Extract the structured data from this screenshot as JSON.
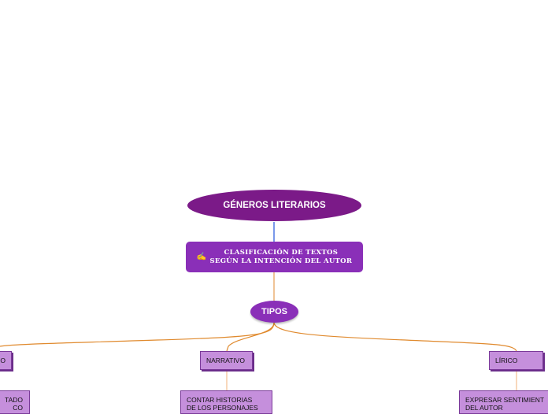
{
  "map": {
    "title": "GÉNEROS LITERARIOS",
    "classification": {
      "icon": "writing-hand-icon",
      "line1": "CLASIFICACIÓN DE TEXTOS",
      "line2": "SEGÚN LA INTENCIÓN DEL AUTOR"
    },
    "types_label": "TIPOS",
    "branches": [
      {
        "label": "O",
        "detail_line1": "TADO",
        "detail_line2": "CO"
      },
      {
        "label": "NARRATIVO",
        "detail_line1": "CONTAR HISTORIAS",
        "detail_line2": "DE LOS PERSONAJES"
      },
      {
        "label": "LÍRICO",
        "detail_line1": "EXPRESAR SENTIMIENT",
        "detail_line2": "DEL AUTOR"
      }
    ]
  },
  "colors": {
    "title_node": "#7b1a88",
    "topic_node": "#8a2fb8",
    "box_fill": "#c58fdc",
    "link_orange": "#e08a2e",
    "link_blue": "#2255dd"
  }
}
